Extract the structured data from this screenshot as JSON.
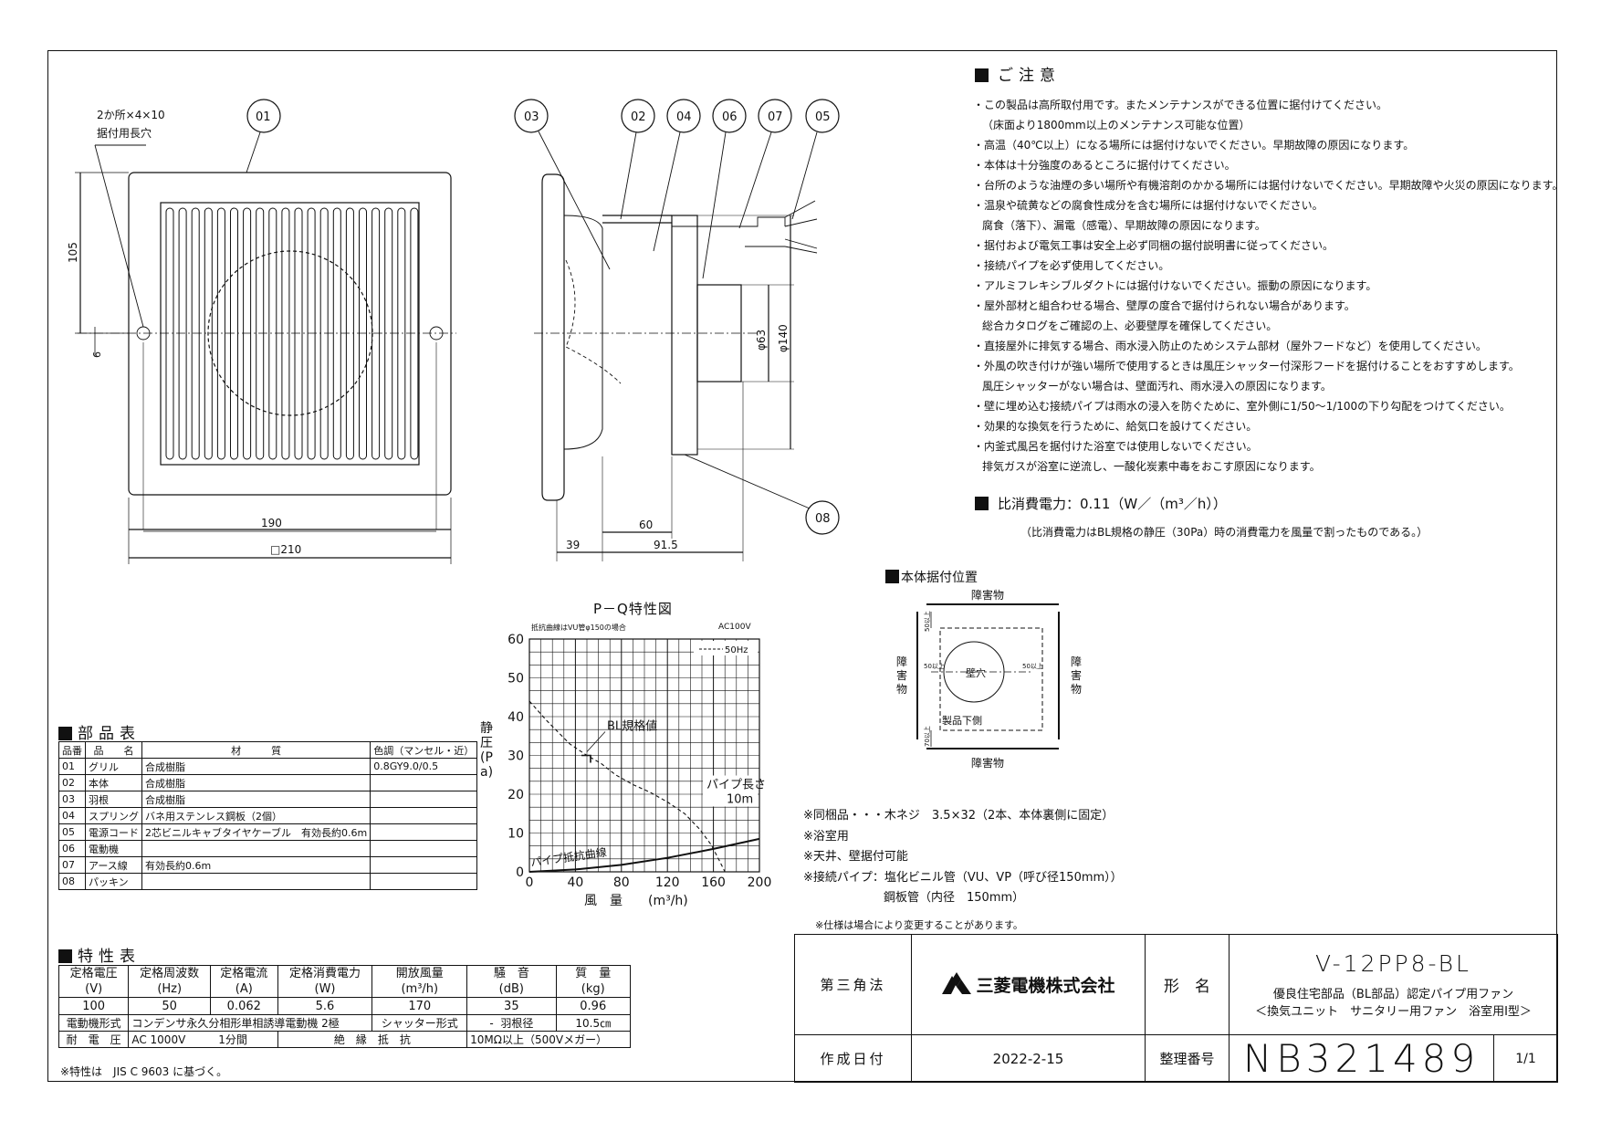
{
  "drawing": {
    "callouts": [
      "01",
      "02",
      "03",
      "04",
      "05",
      "06",
      "07",
      "08"
    ],
    "dims": {
      "slot_note_1": "2か所×4×10",
      "slot_note_2": "据付用長穴",
      "d105": "105",
      "d6": "6",
      "d190": "190",
      "d210": "□210",
      "d39": "39",
      "d60": "60",
      "d91_5": "91.5",
      "phi63": "φ63",
      "phi140": "φ140"
    }
  },
  "notes": {
    "title": "ご注意",
    "lines": [
      "・この製品は高所取付用です。またメンテナンスができる位置に据付けてください。",
      "（床面より1800mm以上のメンテナンス可能な位置）",
      "・高温（40℃以上）になる場所には据付けないでください。早期故障の原因になります。",
      "・本体は十分強度のあるところに据付けてください。",
      "・台所のような油煙の多い場所や有機溶剤のかかる場所には据付けないでください。早期故障や火災の原因になります。",
      "・温泉や硫黄などの腐食性成分を含む場所には据付けないでください。",
      "腐食（落下）、漏電（感電）、早期故障の原因になります。",
      "・据付および電気工事は安全上必ず同梱の据付説明書に従ってください。",
      "・接続パイプを必ず使用してください。",
      "・アルミフレキシブルダクトには据付けないでください。振動の原因になります。",
      "・屋外部材と組合わせる場合、壁厚の度合で据付けられない場合があります。",
      "総合カタログをご確認の上、必要壁厚を確保してください。",
      "・直接屋外に排気する場合、雨水浸入防止のためシステム部材（屋外フードなど）を使用してください。",
      "・外風の吹き付けが強い場所で使用するときは風圧シャッター付深形フードを据付けることをおすすめします。",
      "風圧シャッターがない場合は、壁面汚れ、雨水浸入の原因になります。",
      "・壁に埋め込む接続パイプは雨水の浸入を防ぐために、室外側に1/50～1/100の下り勾配をつけてください。",
      "・効果的な換気を行うために、給気口を設けてください。",
      "・内釜式風呂を据付けた浴室では使用しないでください。",
      "排気ガスが浴室に逆流し、一酸化炭素中毒をおこす原因になります。"
    ],
    "indent": [
      false,
      true,
      false,
      false,
      false,
      false,
      true,
      false,
      false,
      false,
      false,
      true,
      false,
      false,
      true,
      false,
      false,
      false,
      true
    ]
  },
  "power": {
    "title": "比消費電力：0.11（W／（m³／h））",
    "note": "（比消費電力はBL規格の静圧（30Pa）時の消費電力を風量で割ったものである。）"
  },
  "install_pos": {
    "title": "本体据付位置",
    "top": "障害物",
    "bottom": "障害物",
    "left": "障害物",
    "right": "障害物",
    "hole": "壁穴",
    "product_bottom": "製品下側",
    "gap_top": "50以上",
    "gap_left": "50以上",
    "gap_right": "50以上",
    "gap_bottom": "70以上"
  },
  "chart_data": {
    "type": "line",
    "title": "P－Q特性図",
    "note_left": "抵抗曲線はVU管φ150の場合",
    "note_right": "AC100V",
    "legend": "50Hz",
    "xlabel": "風　量　　(m³/h)",
    "ylabel": "静圧(Pa)",
    "xlim": [
      0,
      200
    ],
    "ylim": [
      0,
      60
    ],
    "xticks": [
      "0",
      "40",
      "80",
      "120",
      "160",
      "200"
    ],
    "yticks": [
      "0",
      "10",
      "20",
      "30",
      "40",
      "50",
      "60"
    ],
    "grid": true,
    "series": [
      {
        "name": "50Hz",
        "style": "dashed",
        "x": [
          0,
          15,
          35,
          50,
          62,
          75,
          90,
          105,
          120,
          135,
          148,
          158,
          165,
          170
        ],
        "y": [
          44,
          39,
          33,
          30,
          28,
          25,
          22.5,
          20.5,
          18,
          15,
          11,
          7,
          3,
          0
        ]
      },
      {
        "name": "パイプ抵抗曲線",
        "style": "solid",
        "x": [
          0,
          40,
          80,
          120,
          160,
          200
        ],
        "y": [
          0,
          0.6,
          1.8,
          3.6,
          5.9,
          8.5
        ]
      }
    ],
    "annotations": {
      "bl": "BL規格値",
      "pipe_len_1": "パイプ長さ",
      "pipe_len_2": "10m",
      "resistance": "パイプ抵抗曲線"
    },
    "bl_point": {
      "x": 50,
      "y": 30
    }
  },
  "parts": {
    "title": "部品表",
    "header": [
      "品番",
      "品　　名",
      "材　　　質",
      "色調（マンセル・近）"
    ],
    "rows": [
      [
        "01",
        "グリル",
        "合成樹脂",
        "0.8GY9.0/0.5"
      ],
      [
        "02",
        "本体",
        "合成樹脂",
        ""
      ],
      [
        "03",
        "羽根",
        "合成樹脂",
        ""
      ],
      [
        "04",
        "スプリング",
        "バネ用ステンレス鋼板（2個）",
        ""
      ],
      [
        "05",
        "電源コード",
        "2芯ビニルキャブタイヤケーブル　有効長約0.6m",
        ""
      ],
      [
        "06",
        "電動機",
        "",
        ""
      ],
      [
        "07",
        "アース線",
        "有効長約0.6m",
        ""
      ],
      [
        "08",
        "パッキン",
        "",
        ""
      ]
    ]
  },
  "spec": {
    "title": "特性表",
    "header": [
      [
        "定格電圧",
        "(V)"
      ],
      [
        "定格周波数",
        "(Hz)"
      ],
      [
        "定格電流",
        "(A)"
      ],
      [
        "定格消費電力",
        "(W)"
      ],
      [
        "開放風量",
        "(m³/h)"
      ],
      [
        "騒　音",
        "(dB)"
      ],
      [
        "質　量",
        "(kg)"
      ]
    ],
    "values": [
      "100",
      "50",
      "0.062",
      "5.6",
      "170",
      "35",
      "0.96"
    ],
    "motor_label": "電動機形式",
    "motor_value": "コンデンサ永久分相形単相誘導電動機 2極",
    "shutter_label": "シャッター形式",
    "shutter_value": "-",
    "blade_label": "羽根径",
    "blade_value": "10.5㎝",
    "voltage_label": "耐　電　圧",
    "voltage_value": "AC 1000V　　　1分間",
    "insul_label": "絶　縁　抵　抗",
    "insul_value": "10MΩ以上（500Vメガー）",
    "footnote": "※特性は　JIS C 9603 に基づく。"
  },
  "extras": [
    "※同梱品・・・木ネジ　3.5×32（2本、本体裏側に固定）",
    "※浴室用",
    "※天井、壁据付可能",
    "※接続パイプ：塩化ビニル管（VU、VP（呼び径150mm））",
    "鋼板管（内径　150mm）"
  ],
  "spec_change": "※仕様は場合により変更することがあります。",
  "titleblock": {
    "projection": "第三角法",
    "company": "三菱電機株式会社",
    "model_label": "形　名",
    "model": "V-12PP8-BL",
    "desc1": "優良住宅部品（BL部品）認定パイプ用ファン",
    "desc2": "＜換気ユニット　サニタリー用ファン　浴室用Ⅰ型＞",
    "date_label": "作成日付",
    "date": "2022-2-15",
    "number_label": "整理番号",
    "number": "NB321489",
    "page": "1/1"
  }
}
